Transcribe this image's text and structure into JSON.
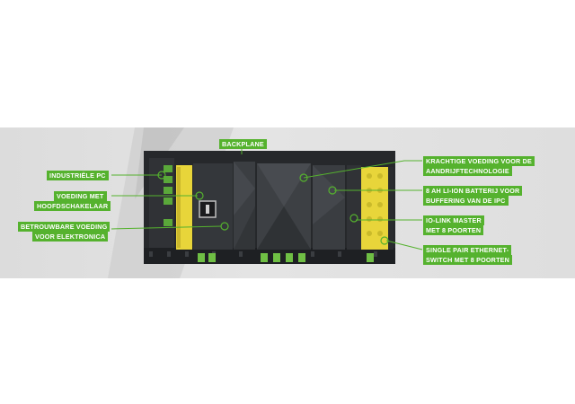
{
  "labels": {
    "backplane": "BACKPLANE",
    "industrial_pc": "INDUSTRIËLE PC",
    "power_switch_line1": "VOEDING MET",
    "power_switch_line2": "HOOFDSCHAKELAAR",
    "reliable_power_line1": "BETROUWBARE VOEDING",
    "reliable_power_line2": "VOOR ELEKTRONICA",
    "drive_power_line1": "KRACHTIGE VOEDING VOOR DE",
    "drive_power_line2": "AANDRIJFTECHNOLOGIE",
    "battery_line1": "8 AH LI-ION BATTERIJ VOOR",
    "battery_line2": "BUFFERING VAN DE IPC",
    "iolink_line1": "IO-LINK MASTER",
    "iolink_line2": "MET 8 POORTEN",
    "spe_line1": "SINGLE PAIR ETHERNET-",
    "spe_line2": "SWITCH MET 8 POORTEN"
  },
  "colors": {
    "accent_green": "#55b22e",
    "module_yellow": "#e8d53a",
    "housing_dark": "#2b2d30",
    "background_band": "#e0e0e0"
  }
}
